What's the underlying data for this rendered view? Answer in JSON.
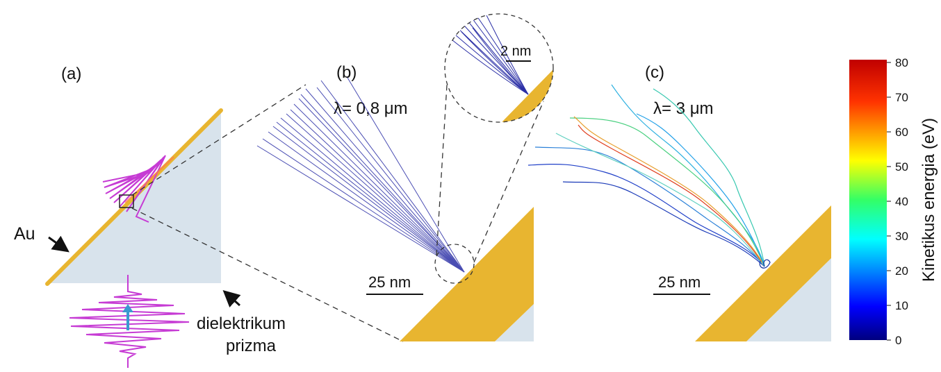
{
  "panels": {
    "a": {
      "label": "(a)",
      "metal_label": "Au",
      "prism_label_line1": "dielektrikum",
      "prism_label_line2": "prizma"
    },
    "b": {
      "label": "(b)",
      "wavelength": "λ= 0,8 μm",
      "scale_label": "25 nm",
      "inset_scale_label": "2 nm"
    },
    "c": {
      "label": "(c)",
      "wavelength": "λ= 3 μm",
      "scale_label": "25 nm"
    }
  },
  "colorbar": {
    "title": "Kinetikus energia (eV)",
    "ticks": [
      "0",
      "10",
      "20",
      "30",
      "40",
      "50",
      "60",
      "70",
      "80"
    ]
  },
  "colors": {
    "gold": "#e8b530",
    "prism": "#d8e3ec",
    "pulse": "#c63bd4",
    "arrow_blue": "#3b9ad0",
    "trajectory_b": "#2b2fa6"
  }
}
